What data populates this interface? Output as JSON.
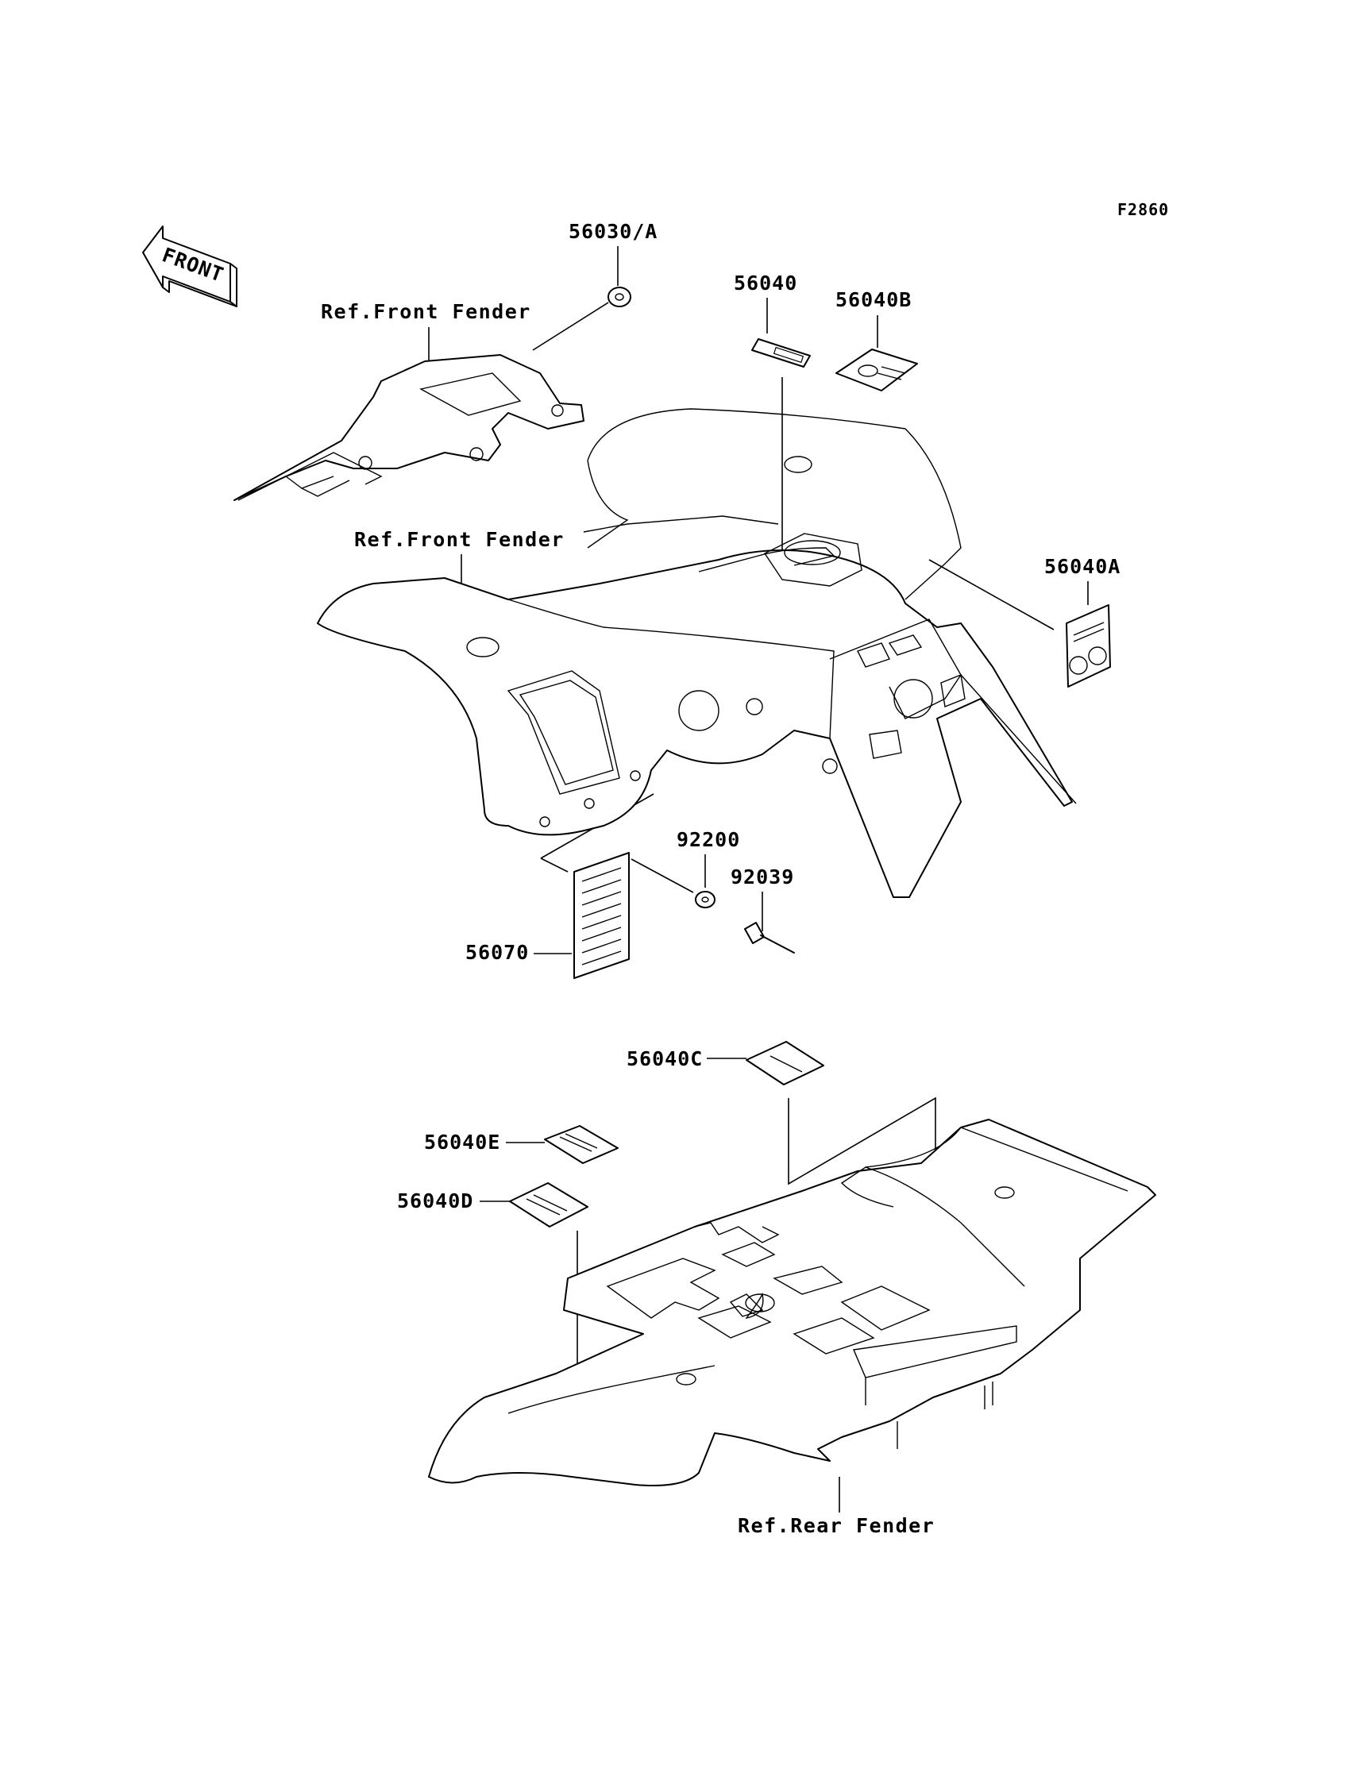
{
  "figure_code": "F2860",
  "front_arrow": {
    "label": "FRONT",
    "icon": "front-arrow-icon"
  },
  "references": {
    "front_fender_top": "Ref.Front Fender",
    "front_fender_mid": "Ref.Front Fender",
    "rear_fender": "Ref.Rear Fender"
  },
  "parts": {
    "p56030A": "56030/A",
    "p56040": "56040",
    "p56040B": "56040B",
    "p56040A": "56040A",
    "p92200": "92200",
    "p92039": "92039",
    "p56070": "56070",
    "p56040C": "56040C",
    "p56040E": "56040E",
    "p56040D": "56040D"
  }
}
